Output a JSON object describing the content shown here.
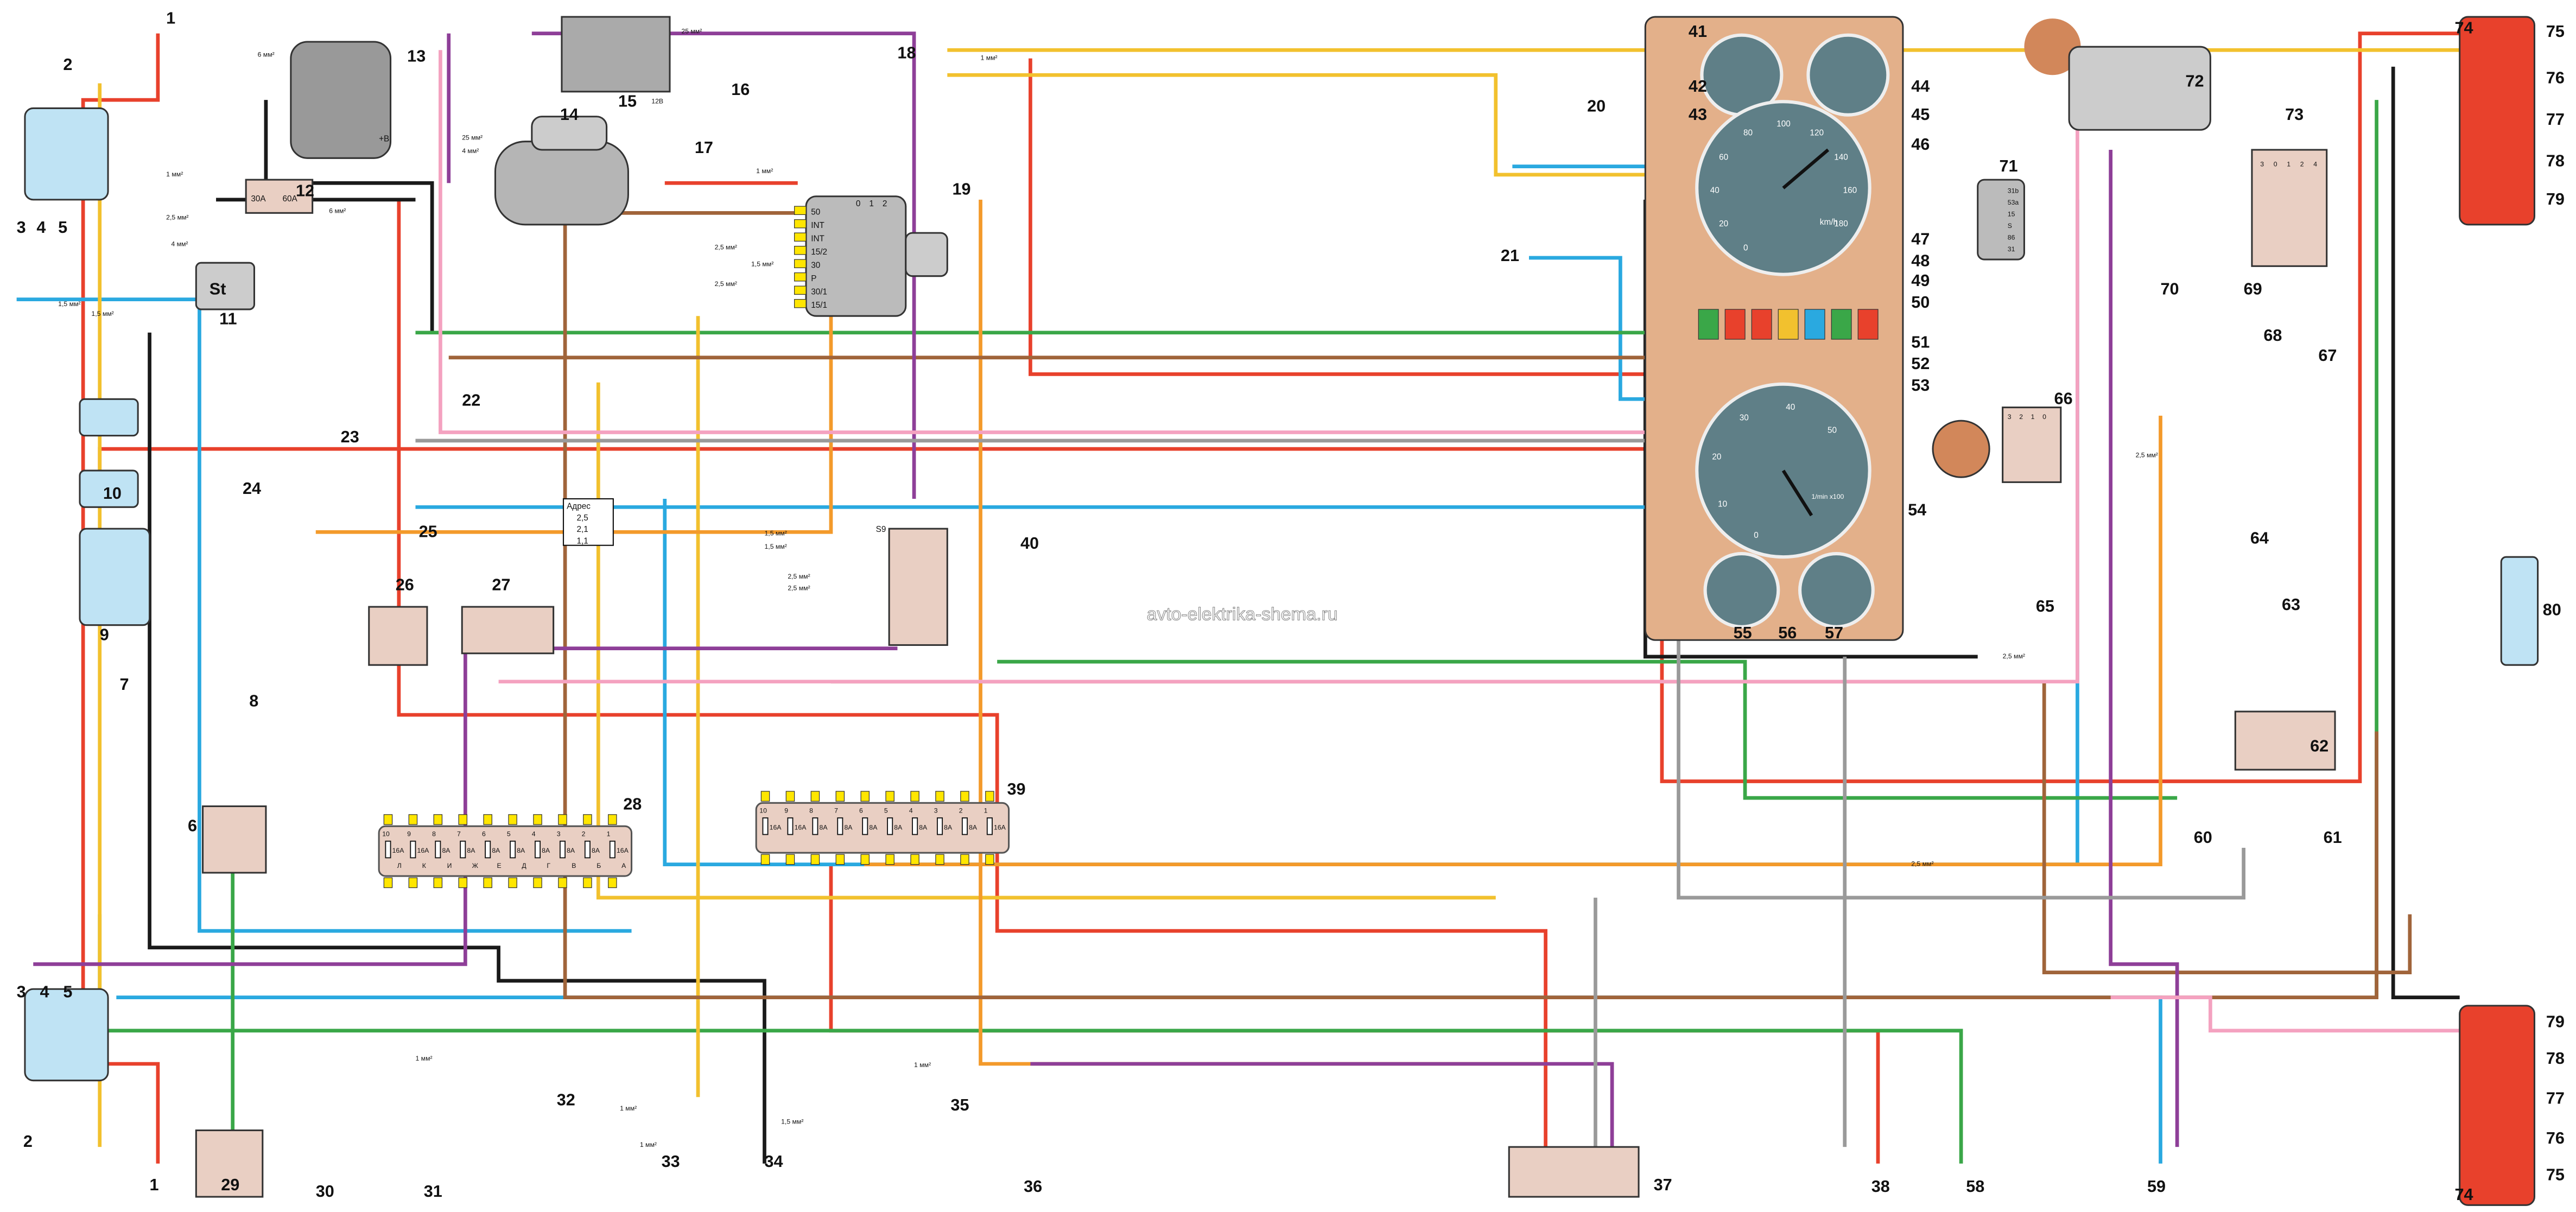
{
  "watermark": "avto-elektrika-shema.ru",
  "colors": {
    "red": "#e8412c",
    "black": "#1a1a1a",
    "blue": "#2aa9e0",
    "green": "#3aa748",
    "yellow": "#f2c12e",
    "orange": "#f39a2b",
    "brown": "#a0643a",
    "violet": "#8e3f98",
    "pink": "#f4a2c0",
    "grey": "#9a9a9a",
    "connector": "#ffe600",
    "cluster": "#e3b08a",
    "block": "#e9cfc3"
  },
  "components": [
    "1",
    "2",
    "3",
    "4",
    "5",
    "6",
    "7",
    "8",
    "9",
    "10",
    "11",
    "12",
    "13",
    "14",
    "15",
    "16",
    "17",
    "18",
    "19",
    "20",
    "21",
    "22",
    "23",
    "24",
    "25",
    "26",
    "27",
    "28",
    "29",
    "30",
    "31",
    "32",
    "33",
    "34",
    "35",
    "36",
    "37",
    "38",
    "39",
    "40",
    "41",
    "42",
    "43",
    "44",
    "45",
    "46",
    "47",
    "48",
    "49",
    "50",
    "51",
    "52",
    "53",
    "54",
    "55",
    "56",
    "57",
    "58",
    "59",
    "60",
    "61",
    "62",
    "63",
    "64",
    "65",
    "66",
    "67",
    "68",
    "69",
    "70",
    "71",
    "72",
    "73",
    "74",
    "75",
    "76",
    "77",
    "78",
    "79",
    "80",
    "1",
    "2",
    "3",
    "4",
    "5",
    "74",
    "75",
    "76",
    "77",
    "78",
    "79"
  ],
  "wire_labels": [
    "1 мм²",
    "2,5 мм²",
    "1,5 мм²",
    "1,5 мм²",
    "4 мм²",
    "6 мм²",
    "6 мм²",
    "25 мм²",
    "25 мм²",
    "4 мм²",
    "2,5 мм²",
    "1,5 мм²",
    "2,5 мм²",
    "1 мм²",
    "1 мм²",
    "2,5 мм²",
    "2,5 мм²",
    "1,5 мм²",
    "1,5 мм²",
    "1 мм²",
    "1 мм²",
    "1,5 мм²",
    "1 мм²",
    "2,5 мм²",
    "2,5 мм²",
    "2,5 мм²",
    "1 мм²"
  ],
  "relay12": {
    "a": "30A",
    "b": "60A"
  },
  "starter_relay": "St",
  "generator_terminal": "+B",
  "voltage": "12В",
  "address_table": {
    "header": "Адрес",
    "rows": [
      "2,5",
      "2,1",
      "1,1"
    ]
  },
  "ignition_switch": {
    "positions": [
      "0",
      "1",
      "2"
    ],
    "terminals": [
      "50",
      "INT",
      "INT",
      "15/2",
      "30",
      "P",
      "30/1",
      "15/1"
    ]
  },
  "fuse_block_28": {
    "numbers": [
      "10",
      "9",
      "8",
      "7",
      "6",
      "5",
      "4",
      "3",
      "2",
      "1"
    ],
    "ratings": [
      "16A",
      "16A",
      "8A",
      "8A",
      "8A",
      "8A",
      "8A",
      "8A",
      "8A",
      "16A"
    ],
    "letters": [
      "Л",
      "К",
      "И",
      "Ж",
      "Е",
      "Д",
      "Г",
      "В",
      "Б",
      "А"
    ]
  },
  "fuse_block_39": {
    "numbers": [
      "10",
      "9",
      "8",
      "7",
      "6",
      "5",
      "4",
      "3",
      "2",
      "1"
    ],
    "ratings": [
      "16A",
      "16A",
      "8A",
      "8A",
      "8A",
      "8A",
      "8A",
      "8A",
      "8A",
      "16A"
    ]
  },
  "speedometer": {
    "ticks": [
      "0",
      "20",
      "40",
      "60",
      "80",
      "100",
      "120",
      "140",
      "160",
      "180"
    ],
    "unit": "km/h"
  },
  "tachometer": {
    "ticks": [
      "0",
      "10",
      "20",
      "30",
      "40",
      "50"
    ],
    "unit": "1/min x100"
  },
  "relay71_terminals": [
    "31b",
    "53a",
    "15",
    "S",
    "86",
    "31"
  ],
  "switch66_positions": [
    "3",
    "2",
    "1",
    "0"
  ],
  "switch73_positions": [
    "3",
    "0",
    "1",
    "2",
    "4"
  ],
  "relay_s9": "S9"
}
